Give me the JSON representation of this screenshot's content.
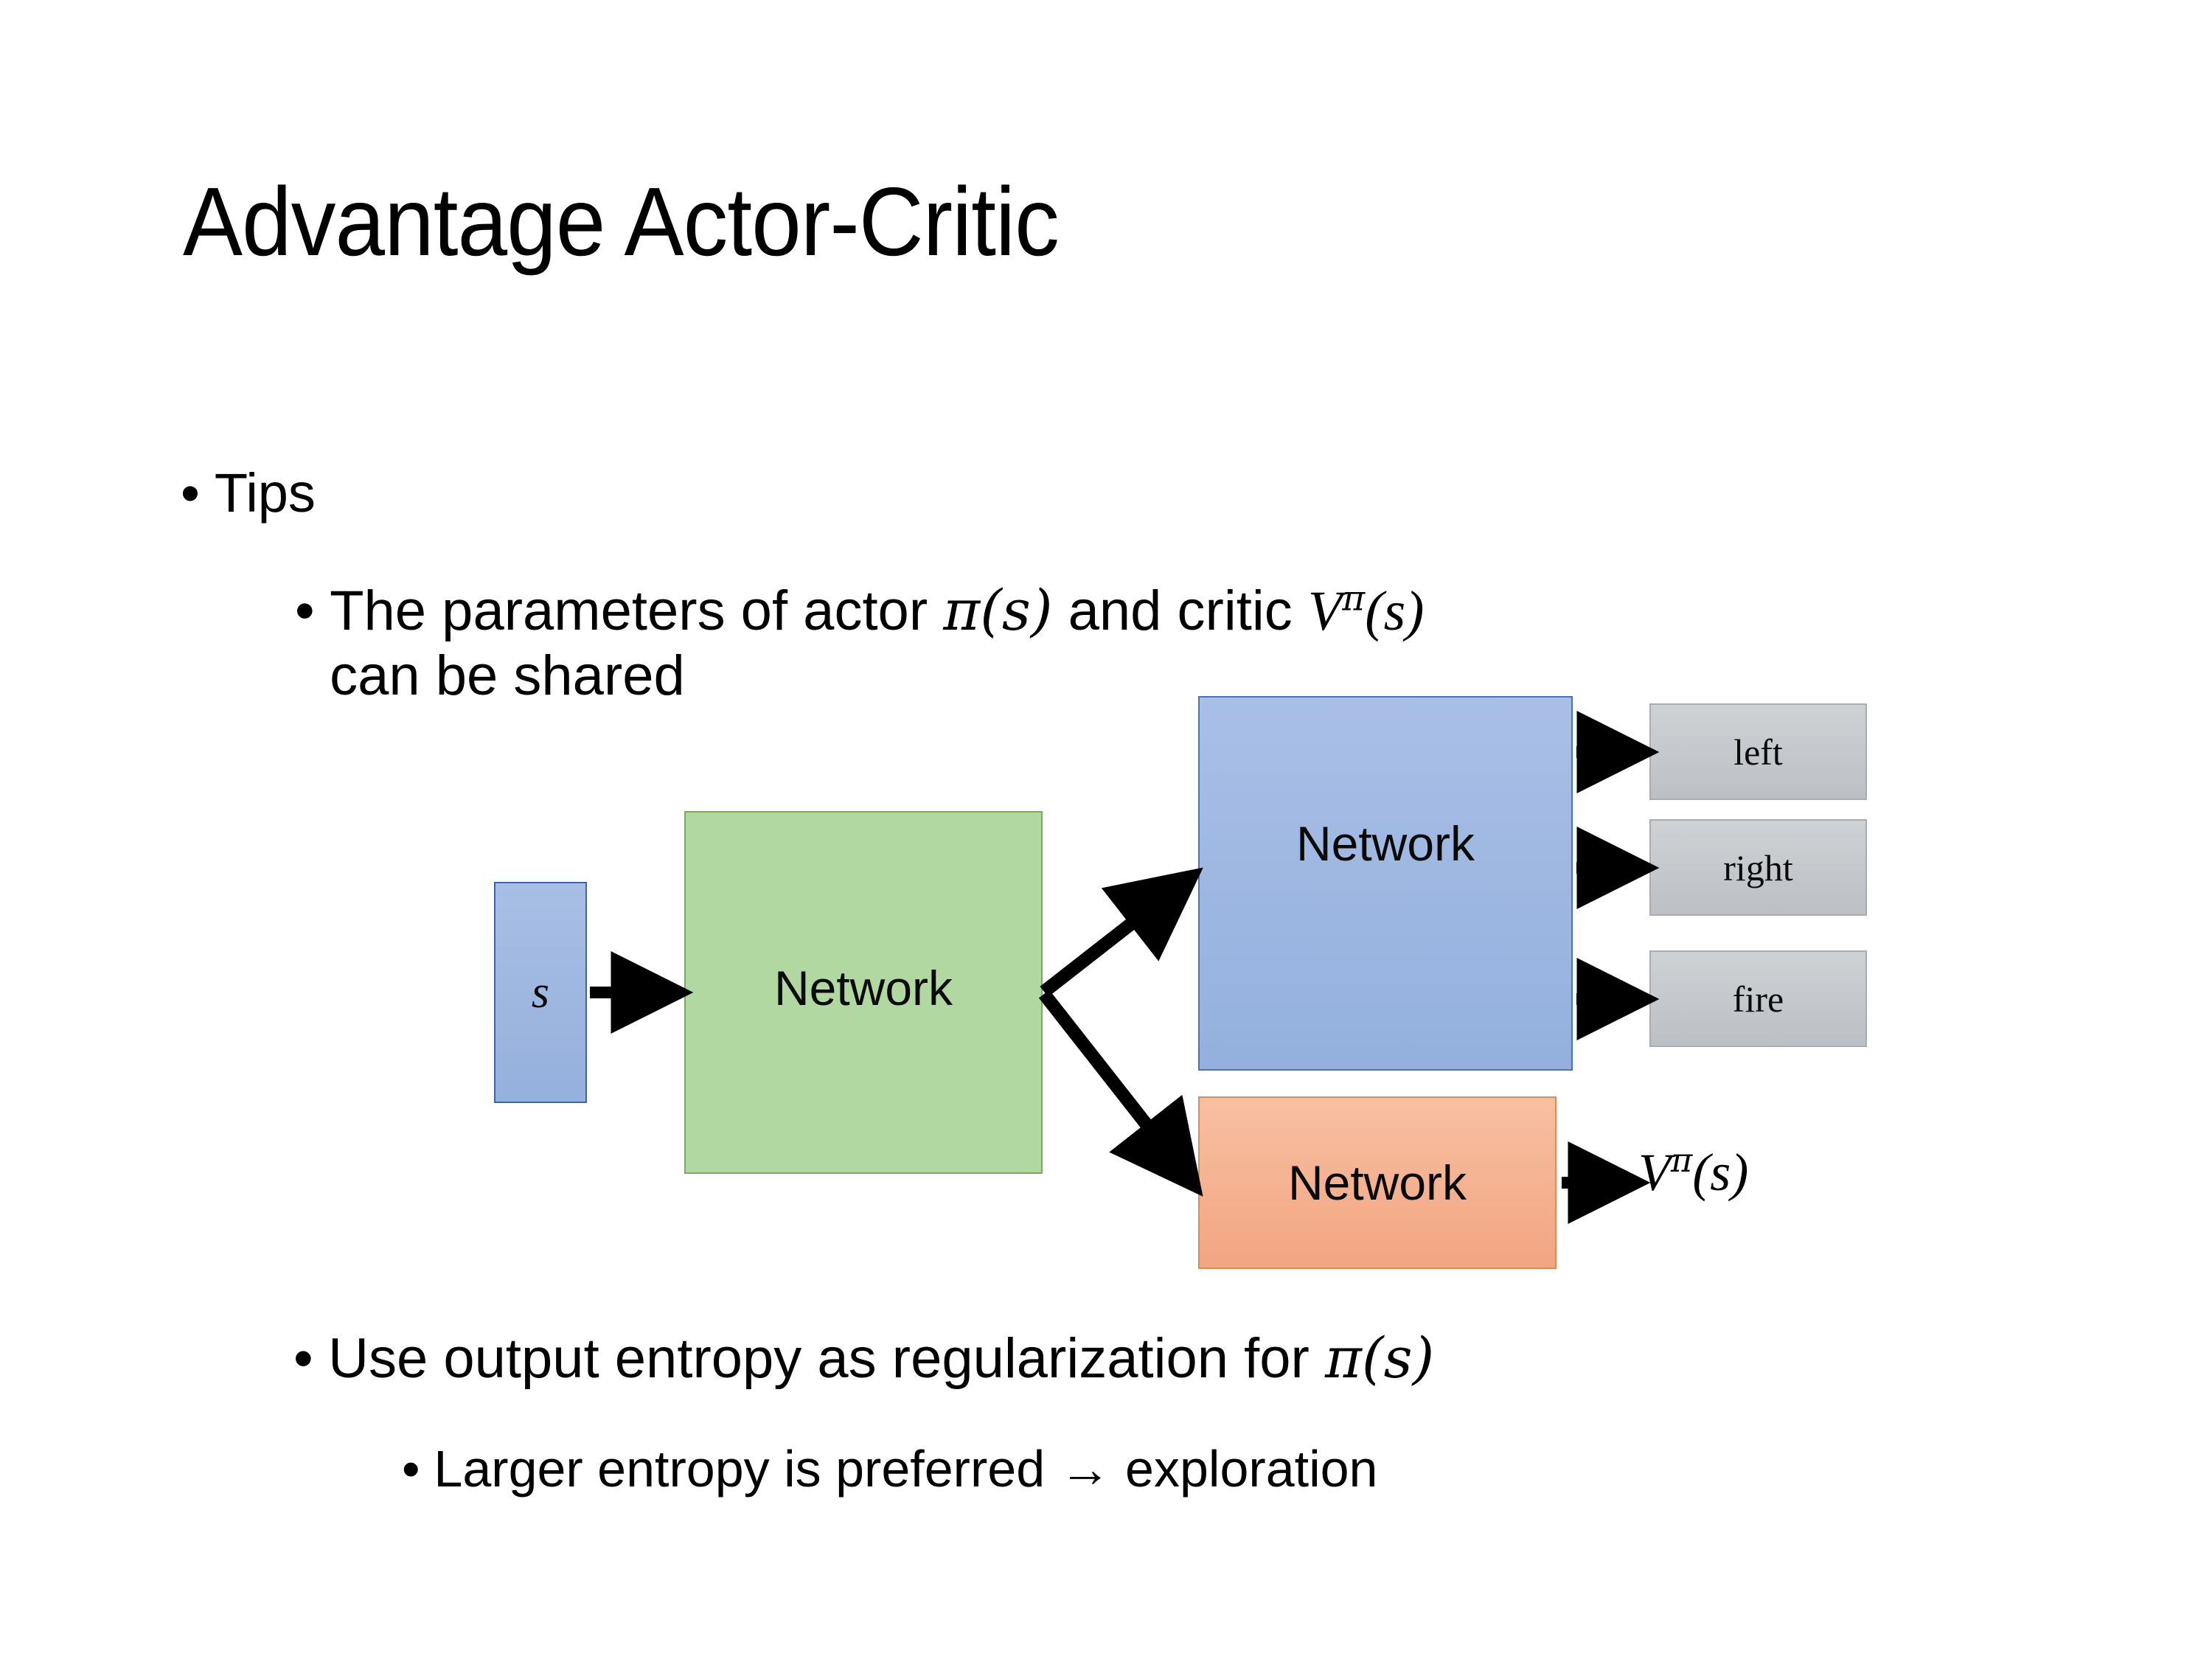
{
  "slide": {
    "title": "Advantage Actor-Critic",
    "background_color": "#ffffff"
  },
  "bullets": [
    {
      "level": 1,
      "marker": "•",
      "text": "Tips"
    },
    {
      "level": 2,
      "marker": "•",
      "text_line1_a": "The parameters of actor ",
      "math_pi_s": "π(s)",
      "text_line1_b": "  and critic ",
      "math_v_pi": "V",
      "math_v_pi_sup": "π",
      "math_v_pi_arg": "(s)",
      "text_line2": "can be shared"
    },
    {
      "level": 2,
      "marker": "•",
      "text_a": "Use output entropy as regularization for ",
      "math": "π(s)"
    },
    {
      "level": 3,
      "marker": "•",
      "text_a": "Larger entropy is preferred → exploration"
    }
  ],
  "diagram": {
    "state_box": {
      "label": "s",
      "fill": "#9db6e0",
      "stroke": "#3f64a8"
    },
    "shared_network": {
      "label": "Network",
      "fill": "#b2d8a2",
      "stroke": "#7aaa62"
    },
    "actor_network": {
      "label": "Network",
      "fill": "#9db6e0",
      "stroke": "#4f72b4"
    },
    "critic_network": {
      "label": "Network",
      "fill": "#f4b18f",
      "stroke": "#de8c4f"
    },
    "action_outputs": [
      {
        "label": "left",
        "fill": "#c6c9cc",
        "stroke": "#a9acb0"
      },
      {
        "label": "right",
        "fill": "#c6c9cc",
        "stroke": "#a9acb0"
      },
      {
        "label": "fire",
        "fill": "#c6c9cc",
        "stroke": "#a9acb0"
      }
    ],
    "critic_output": {
      "symbol": "V",
      "superscript": "π",
      "argument": "(s)"
    },
    "arrow_color": "#000000"
  }
}
